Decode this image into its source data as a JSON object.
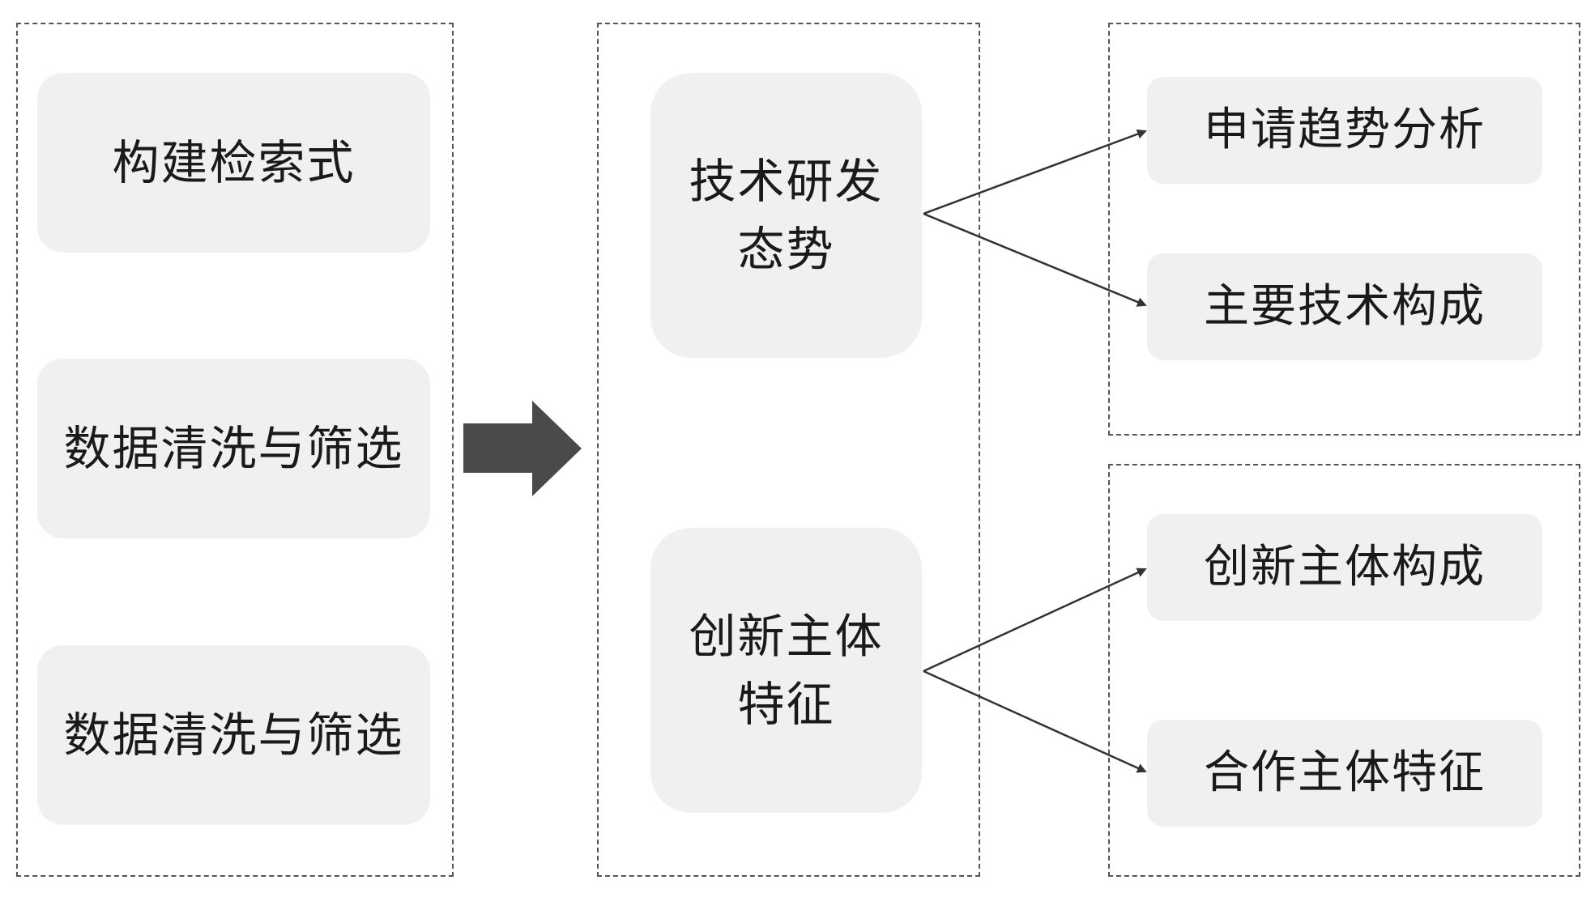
{
  "left_column": {
    "steps": [
      {
        "label": "构建检索式"
      },
      {
        "label": "数据清洗与筛选"
      },
      {
        "label": "数据清洗与筛选"
      }
    ]
  },
  "middle_column": {
    "nodes": [
      {
        "label": "技术研发态势"
      },
      {
        "label": "创新主体特征"
      }
    ]
  },
  "right_column": {
    "groups": [
      {
        "items": [
          {
            "label": "申请趋势分析"
          },
          {
            "label": "主要技术构成"
          }
        ]
      },
      {
        "items": [
          {
            "label": "创新主体构成"
          },
          {
            "label": "合作主体特征"
          }
        ]
      }
    ]
  },
  "colors": {
    "box_fill": "#f0f0f0",
    "dashed_border": "#555555",
    "big_arrow": "#4a4a4a",
    "connector": "#333333"
  }
}
